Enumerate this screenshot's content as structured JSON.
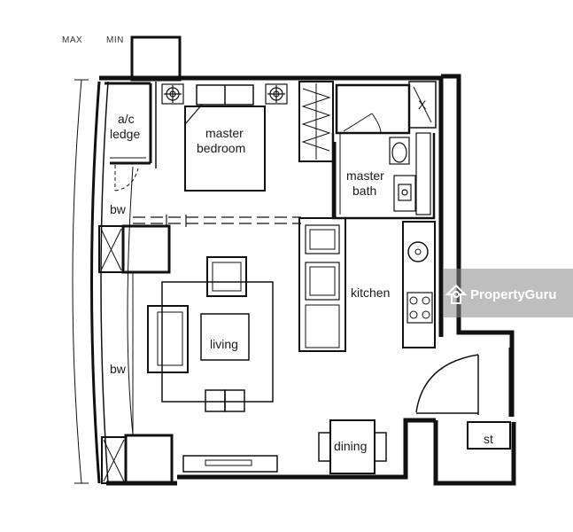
{
  "labels": {
    "max": "MAX",
    "min": "MIN",
    "ac_ledge_line1": "a/c",
    "ac_ledge_line2": "ledge",
    "master_bedroom_line1": "master",
    "master_bedroom_line2": "bedroom",
    "master_bath_line1": "master",
    "master_bath_line2": "bath",
    "bw_top": "bw",
    "bw_bottom": "bw",
    "kitchen": "kitchen",
    "living": "living",
    "dining": "dining",
    "st": "st",
    "bath_x": "X"
  },
  "watermark": {
    "brand": "PropertyGuru"
  },
  "colors": {
    "wall": "#111111",
    "watermark_band": "#888888"
  }
}
